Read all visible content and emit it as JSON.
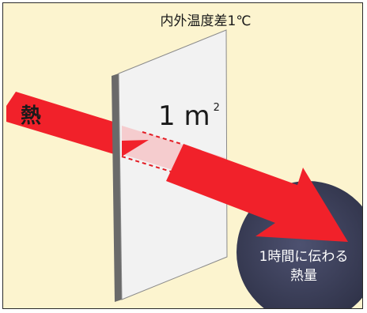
{
  "diagram": {
    "temperature_difference_label": "内外温度差1℃",
    "area_label": "1 m",
    "area_label_superscript": "2",
    "heat_label": "熱",
    "result_label_line1": "1時間に伝わる",
    "result_label_line2": "熱量"
  },
  "colors": {
    "background": "#fcf4cf",
    "arrow": "#f1212a",
    "arrow_light": "#ff5b62",
    "panel_face": "#f2f2f2",
    "panel_edge": "#6f6f6f",
    "circle": "#3b3e55"
  }
}
